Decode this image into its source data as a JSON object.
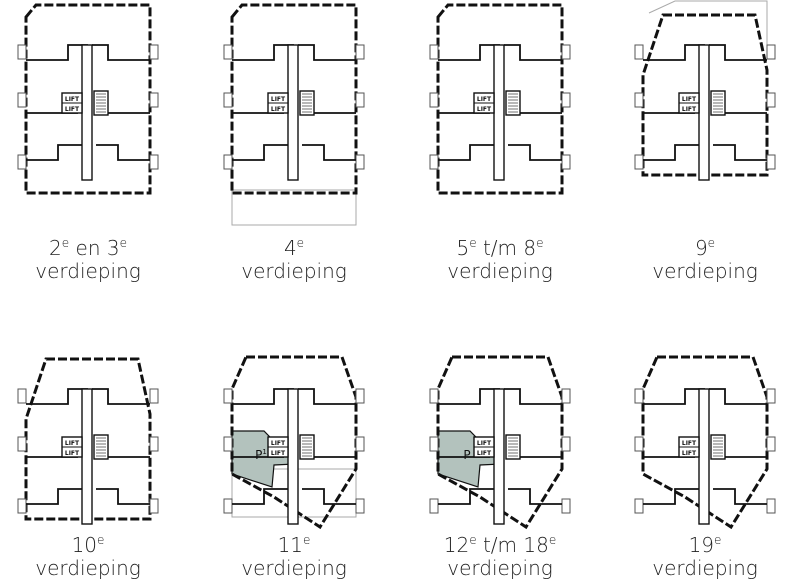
{
  "colors": {
    "line": "#111111",
    "balcony": "#555555",
    "highlight": "#b3c2bd",
    "faint": "#aaaaaa",
    "text": "#222222"
  },
  "plans": [
    {
      "id": "p1",
      "shape": "rect",
      "label_main": "2",
      "label_sup1": "e",
      "label_mid": " en 3",
      "label_sup2": "e",
      "label_line2": "verdieping",
      "lift_labels": [
        "LIFT",
        "LIFT"
      ],
      "unit_label": "",
      "unit_sup": ""
    },
    {
      "id": "p2",
      "shape": "rect",
      "label_main": "4",
      "label_sup1": "e",
      "label_mid": "",
      "label_sup2": "",
      "label_line2": "verdieping",
      "lift_labels": [
        "LIFT",
        "LIFT"
      ],
      "unit_label": "",
      "unit_sup": ""
    },
    {
      "id": "p3",
      "shape": "rect",
      "label_main": "5",
      "label_sup1": "e",
      "label_mid": " t/m 8",
      "label_sup2": "e",
      "label_line2": "verdieping",
      "lift_labels": [
        "LIFT",
        "LIFT"
      ],
      "unit_label": "",
      "unit_sup": ""
    },
    {
      "id": "p4",
      "shape": "chamfer",
      "label_main": "9",
      "label_sup1": "e",
      "label_mid": "",
      "label_sup2": "",
      "label_line2": "verdieping",
      "lift_labels": [
        "LIFT",
        "LIFT"
      ],
      "unit_label": "",
      "unit_sup": ""
    },
    {
      "id": "p5",
      "shape": "chamfer",
      "label_main": "10",
      "label_sup1": "e",
      "label_mid": "",
      "label_sup2": "",
      "label_line2": "verdieping",
      "lift_labels": [
        "LIFT",
        "LIFT"
      ],
      "unit_label": "",
      "unit_sup": ""
    },
    {
      "id": "p6",
      "shape": "tilt",
      "label_main": "11",
      "label_sup1": "e",
      "label_mid": "",
      "label_sup2": "",
      "label_line2": "verdieping",
      "lift_labels": [
        "LIFT",
        "LIFT"
      ],
      "unit_label": "P",
      "unit_sup": "1"
    },
    {
      "id": "p7",
      "shape": "tilt",
      "label_main": "12",
      "label_sup1": "e",
      "label_mid": " t/m 18",
      "label_sup2": "e",
      "label_line2": "verdieping",
      "lift_labels": [
        "LIFT",
        "LIFT"
      ],
      "unit_label": "P",
      "unit_sup": ""
    },
    {
      "id": "p8",
      "shape": "tilt",
      "label_main": "19",
      "label_sup1": "e",
      "label_mid": "",
      "label_sup2": "",
      "label_line2": "verdieping",
      "lift_labels": [
        "LIFT",
        "LIFT"
      ],
      "unit_label": "",
      "unit_sup": ""
    }
  ]
}
